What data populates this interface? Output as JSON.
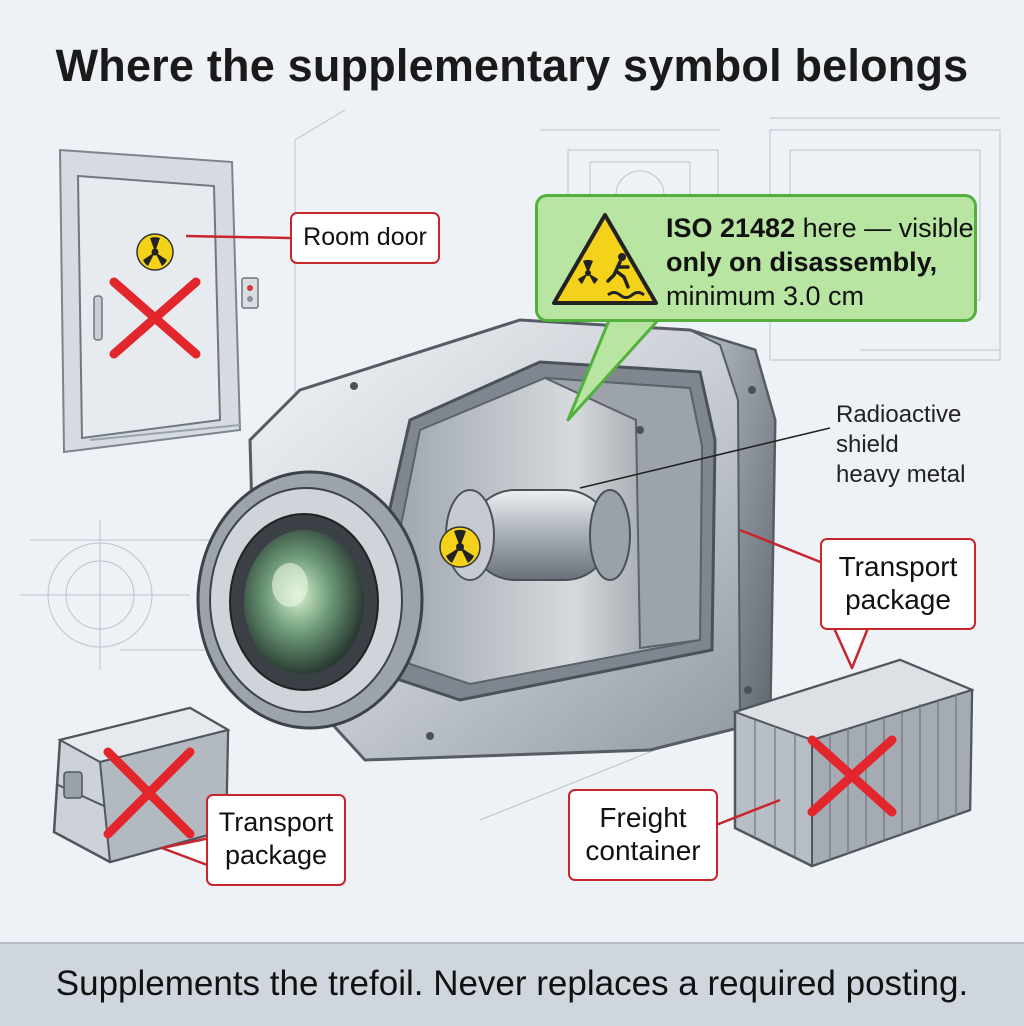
{
  "title": "Where the supplementary symbol belongs",
  "footer": "Supplements the trefoil. Never replaces a required posting.",
  "callouts": {
    "room_door": "Room door",
    "transport_right_1": "Transport",
    "transport_right_2": "package",
    "transport_left_1": "Transport",
    "transport_left_2": "package",
    "freight_1": "Freight",
    "freight_2": "container"
  },
  "iso_note": {
    "standard": "ISO 21482",
    "line1_rest": " here — visible",
    "line2": "only on disassembly,",
    "line3": "minimum 3.0 cm"
  },
  "shield_label": {
    "line1": "Radioactive",
    "line2": "shield",
    "line3": "heavy metal"
  },
  "colors": {
    "prohibited": "#e3262b",
    "callout_border": "#c7262c",
    "approved_fill": "#b8e6a2",
    "approved_border": "#54b03c",
    "warning_yellow": "#f5d21a"
  }
}
